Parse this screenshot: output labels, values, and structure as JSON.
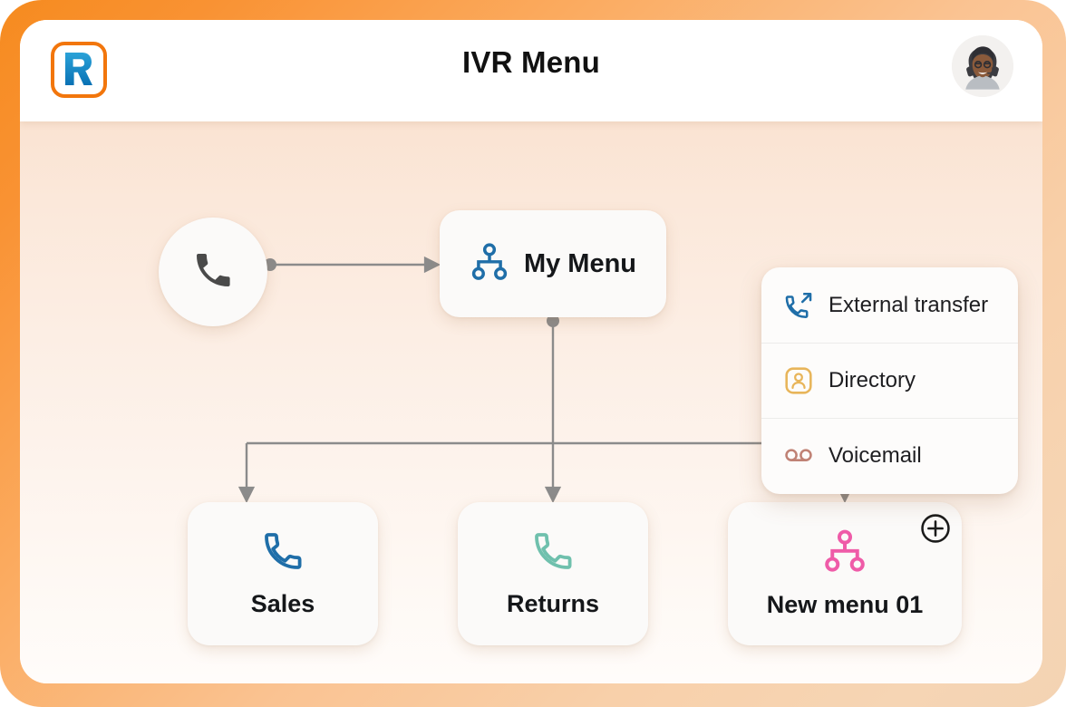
{
  "app": {
    "title": "IVR Menu",
    "logo_icon": "ringcentral-logo-icon",
    "avatar_icon": "user-avatar-headset"
  },
  "colors": {
    "frame_start": "#f68b1f",
    "frame_end": "#f3d3b3",
    "canvas_top": "#fae3d2",
    "canvas_bottom": "#fffcfa",
    "card_bg": "#fbfaf9",
    "edge": "#8b8b8b",
    "blue": "#1f6ea8",
    "teal": "#6fc0ad",
    "pink": "#ef5ba8",
    "gold": "#e8b55a",
    "rose": "#c08275",
    "title": "#111111"
  },
  "flow": {
    "start_node": {
      "label": "",
      "icon": "phone-icon"
    },
    "menu_node": {
      "label": "My Menu",
      "icon": "sitemap-icon"
    },
    "leaves": [
      {
        "label": "Sales",
        "icon": "phone-icon",
        "color": "#1f6ea8"
      },
      {
        "label": "Returns",
        "icon": "phone-icon",
        "color": "#6fc0ad"
      },
      {
        "label": "New menu 01",
        "icon": "sitemap-icon",
        "color": "#ef5ba8"
      }
    ],
    "add_button": {
      "label": "",
      "icon": "plus-circle-icon"
    }
  },
  "dropdown": {
    "items": [
      {
        "label": "External transfer",
        "icon": "phone-outgoing-icon",
        "color": "#1f6ea8"
      },
      {
        "label": "Directory",
        "icon": "directory-person-icon",
        "color": "#e8b55a"
      },
      {
        "label": "Voicemail",
        "icon": "voicemail-icon",
        "color": "#c08275"
      }
    ]
  }
}
